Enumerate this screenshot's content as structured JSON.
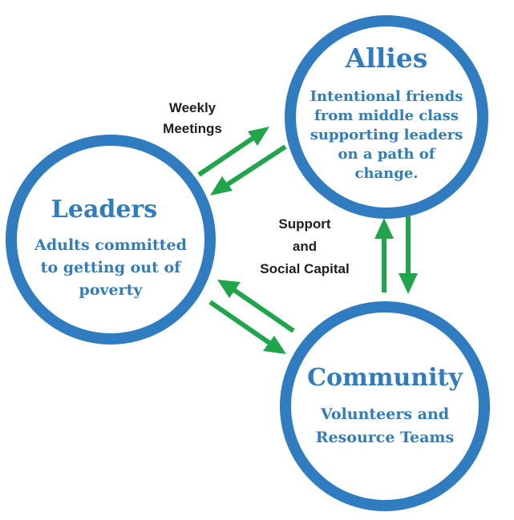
{
  "colors": {
    "circle_ring": "#2f7cc1",
    "node_text": "#2f7cc1",
    "arrow": "#1fa64b",
    "edge_label": "#1f1f1f",
    "background": "#ffffff"
  },
  "nodes": {
    "allies": {
      "title": "Allies",
      "lines": [
        "Intentional friends",
        "from middle class",
        "supporting leaders",
        "on a path of",
        "change."
      ]
    },
    "leaders": {
      "title": "Leaders",
      "lines": [
        "Adults committed",
        "to getting out of",
        "poverty"
      ]
    },
    "community": {
      "title": "Community",
      "lines": [
        "Volunteers and",
        "Resource Teams"
      ]
    }
  },
  "edge_labels": {
    "weekly_meetings": [
      "Weekly",
      "Meetings"
    ],
    "support_social_capital": [
      "Support",
      "and",
      "Social Capital"
    ]
  },
  "edges": [
    {
      "from": "Leaders",
      "to": "Allies"
    },
    {
      "from": "Allies",
      "to": "Leaders"
    },
    {
      "from": "Leaders",
      "to": "Community"
    },
    {
      "from": "Community",
      "to": "Leaders"
    },
    {
      "from": "Community",
      "to": "Allies"
    },
    {
      "from": "Allies",
      "to": "Community"
    }
  ]
}
